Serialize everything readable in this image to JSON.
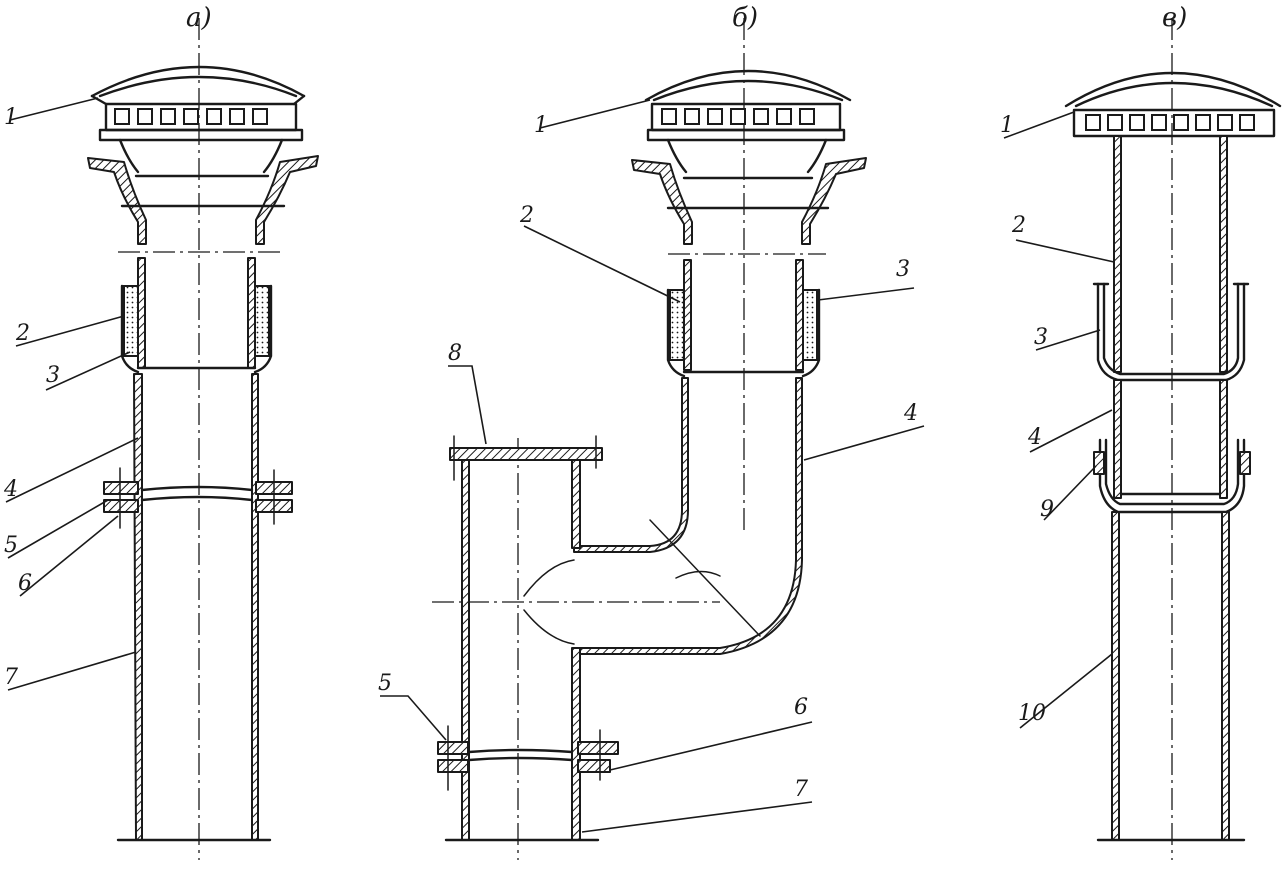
{
  "figure": {
    "variants": [
      {
        "title": "а)",
        "callouts": [
          "1",
          "2",
          "3",
          "4",
          "5",
          "6",
          "7"
        ]
      },
      {
        "title": "б)",
        "callouts": [
          "1",
          "2",
          "3",
          "8",
          "4",
          "5",
          "6",
          "7"
        ]
      },
      {
        "title": "в)",
        "callouts": [
          "1",
          "2",
          "3",
          "4",
          "9",
          "10"
        ]
      }
    ]
  },
  "colors": {
    "ink": "#1a1a1a",
    "paper": "#ffffff"
  }
}
